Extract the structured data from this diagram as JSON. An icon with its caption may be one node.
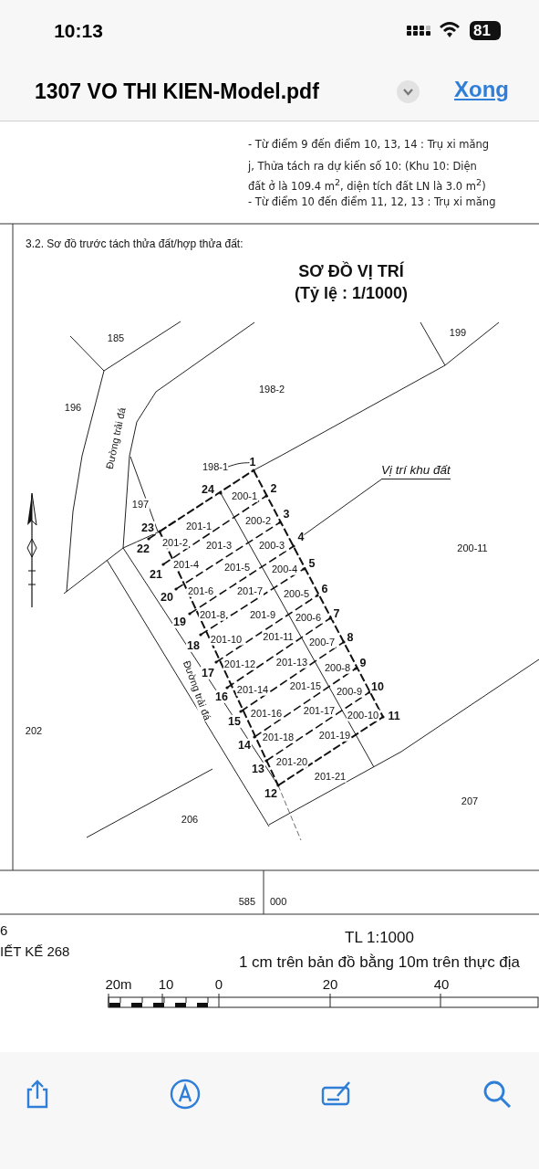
{
  "diagram": {
    "title": "SƠ ĐỒ VỊ TRÍ",
    "nodes": [
      {
        "text": [
          "Vị trí khu đất"
        ]
      },
      {
        "text": [
          "198-1"
        ]
      },
      {
        "text": [
          "4"
        ]
      },
      {
        "text": [
          "1"
        ]
      }
    ],
    "edges": [
      {
        "from": 0,
        "to": 2,
        "arrow": "none"
      },
      {
        "from": 1,
        "to": 3,
        "arrow": "none"
      }
    ],
    "labels": [
      "10:13",
      "81",
      "1307 VO THI KIEN-Model.pdf",
      "Xong",
      "- Từ điểm 9 đến điểm 10, 13, 14 : Trụ xi măng",
      "j, Thửa tách ra dự kiến số 10: (Khu 10: Diện",
      "đất ở là 109.4 m$^{2}$, diện tích đất LN là 3.0 m$^{2}$)",
      "- Từ điểm 10 đến điểm 11, 12, 13 : Trụ xi măng",
      "3.2. Sơ đồ trước tách thửa đất/hợp thửa đất:",
      "(Tỷ lệ : 1/1000)",
      "185",
      "199",
      "196",
      "198-2",
      "Đường trải đá",
      "197",
      "200-11",
      "202",
      "Đường trải đá",
      "207",
      "206",
      "2",
      "3",
      "5",
      "6",
      "7",
      "8",
      "9",
      "10",
      "11",
      "12",
      "13",
      "14",
      "15",
      "16",
      "17",
      "18",
      "19",
      "20",
      "21",
      "22",
      "23",
      "24",
      "200-1",
      "200-2",
      "200-3",
      "200-4",
      "200-5",
      "200-6",
      "200-7",
      "200-8",
      "200-9",
      "200-10",
      "201-1",
      "201-2",
      "201-3",
      "201-4",
      "201-5",
      "201-6",
      "201-7",
      "201-8",
      "201-9",
      "201-10",
      "201-11",
      "201-12",
      "201-13",
      "201-14",
      "201-15",
      "201-16",
      "201-17",
      "201-18",
      "201-19",
      "201-20",
      "201-21",
      "585",
      "000",
      "6",
      "IẾT KẾ 268",
      "TL 1:1000",
      "1 cm trên bản đồ bằng 10m trên thực địa",
      "20m",
      "10",
      "0",
      "20",
      "40"
    ]
  }
}
